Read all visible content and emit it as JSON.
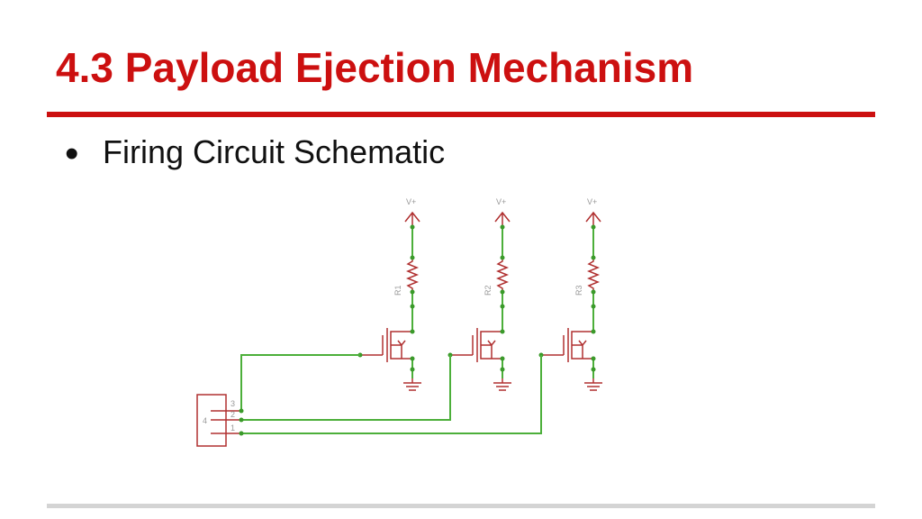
{
  "slide": {
    "title": "4.3 Payload Ejection Mechanism",
    "bullet": "Firing Circuit Schematic"
  },
  "schematic": {
    "supply_label": "V+",
    "resistors": [
      "R1",
      "R2",
      "R3"
    ],
    "connector_pins": [
      "3",
      "2",
      "1"
    ],
    "connector_ref": "4"
  },
  "colors": {
    "title": "#cc1010",
    "wire": "#4caf3a",
    "component": "#b03030",
    "node": "#3a9a2a",
    "footer_rule": "#d4d4d4"
  }
}
